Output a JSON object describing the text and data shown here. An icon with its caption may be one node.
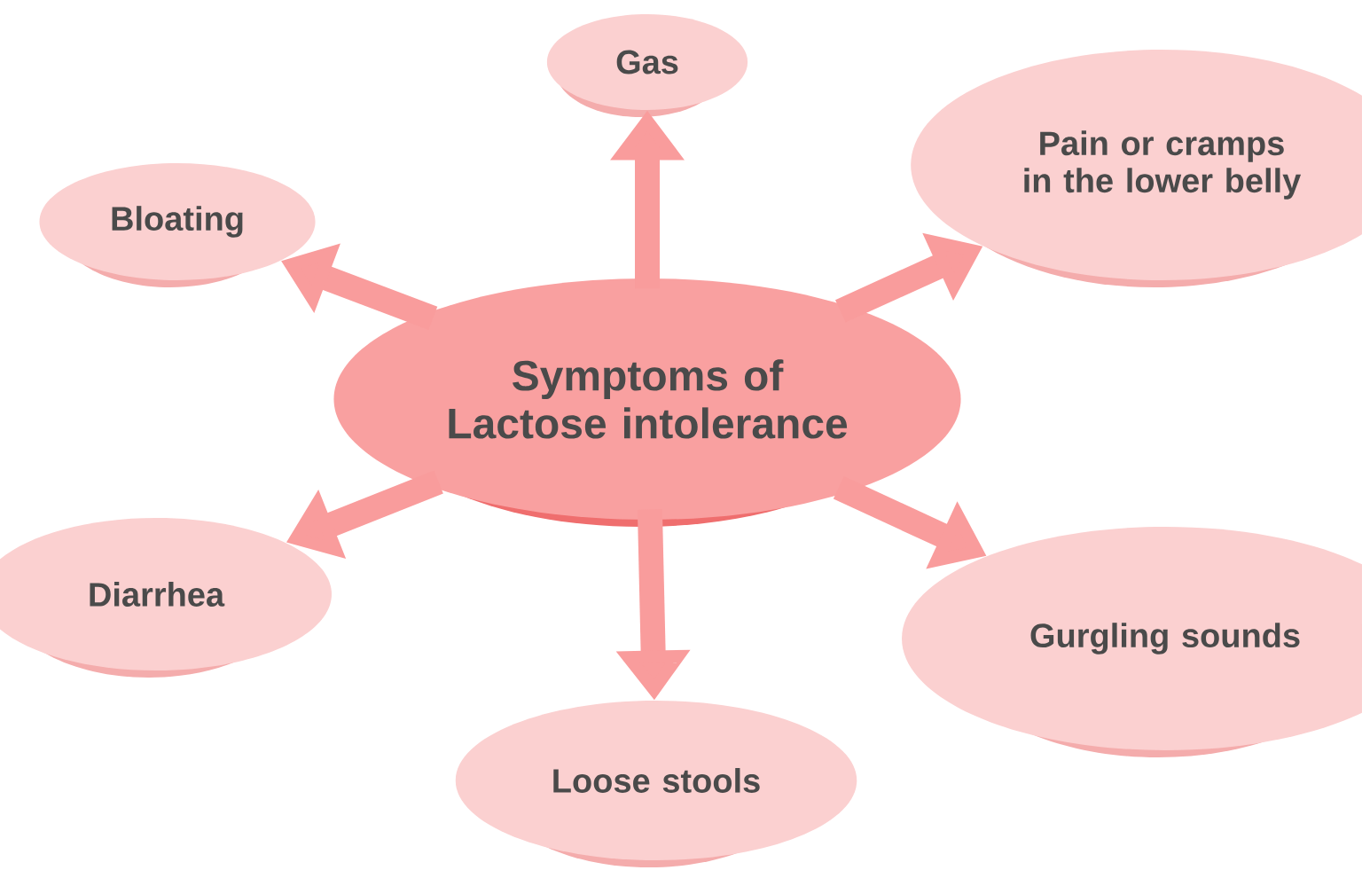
{
  "diagram": {
    "nodes": [
      {
        "text": [
          "Gas"
        ]
      },
      {
        "text": [
          "Bloating"
        ]
      },
      {
        "text": [
          "Pain or cramps in the lower belly"
        ]
      },
      {
        "text": [
          "Symptoms of Lactose intolerance"
        ]
      },
      {
        "text": [
          "Diarrhea"
        ]
      },
      {
        "text": [
          "Gurgling sounds"
        ]
      },
      {
        "text": [
          "Loose stools"
        ]
      }
    ],
    "edges": [
      {
        "from": 3,
        "to": 0,
        "arrow": "to"
      },
      {
        "from": 3,
        "to": 1,
        "arrow": "to"
      },
      {
        "from": 3,
        "to": 2,
        "arrow": "to"
      },
      {
        "from": 3,
        "to": 4,
        "arrow": "to"
      },
      {
        "from": 3,
        "to": 5,
        "arrow": "to"
      },
      {
        "from": 3,
        "to": 6,
        "arrow": "to"
      }
    ]
  }
}
